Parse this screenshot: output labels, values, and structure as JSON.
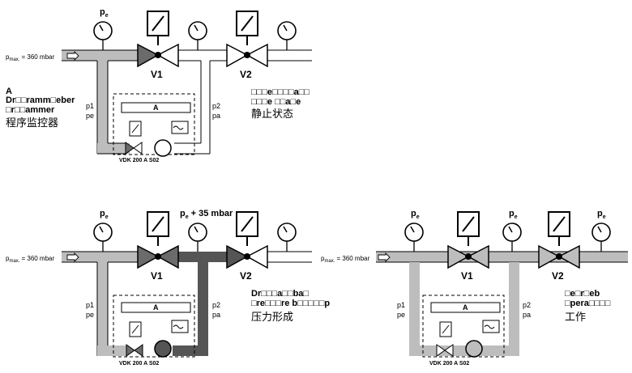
{
  "colors": {
    "pipe_light": "#bdbdbd",
    "pipe_dark": "#555555",
    "valve_dark": "#6b6b6b",
    "line": "#000000"
  },
  "panel1": {
    "pe": "p",
    "pe_sub": "e",
    "pmax_p": "p",
    "pmax_sub": "max.",
    "pmax_val": "= 360 mbar",
    "v1": "V1",
    "v2": "V2",
    "box_a": "A",
    "p1": "p1",
    "pe_label": "pe",
    "p2": "p2",
    "pa": "pa",
    "vdk": "VDK 200 A S02",
    "label_a": "A",
    "label_de1": "Dr□□ramm□eber",
    "label_de2": "□r□□ammer",
    "label_zh": "程序监控器",
    "state_de1": "□□□e□□□□a□□",
    "state_de2": "□□□e □□a□e",
    "state_zh": "静止状态"
  },
  "panel2": {
    "pe": "p",
    "pe_sub": "e",
    "pe_plus": "p",
    "pe_plus_sub": "e",
    "pe_plus_val": "+ 35 mbar",
    "pmax_p": "p",
    "pmax_sub": "max.",
    "pmax_val": "= 360 mbar",
    "v1": "V1",
    "v2": "V2",
    "box_a": "A",
    "p1": "p1",
    "pe_label": "pe",
    "p2": "p2",
    "pa": "pa",
    "vdk": "VDK 200 A S02",
    "state_de1": "Dr□□□a□□ba□",
    "state_de2": "□re□□□re b□□□□□p",
    "state_zh": "压力形成"
  },
  "panel3": {
    "pe1": "p",
    "pe1_sub": "e",
    "pe2": "p",
    "pe2_sub": "e",
    "pe3": "p",
    "pe3_sub": "e",
    "pmax_p": "p",
    "pmax_sub": "max.",
    "pmax_val": "= 360 mbar",
    "v1": "V1",
    "v2": "V2",
    "box_a": "A",
    "p1": "p1",
    "pe_label": "pe",
    "p2": "p2",
    "pa": "pa",
    "vdk": "VDK 200 A S02",
    "state_de1": "□e□r□eb",
    "state_de2": "□pera□□□□",
    "state_zh": "工作"
  }
}
